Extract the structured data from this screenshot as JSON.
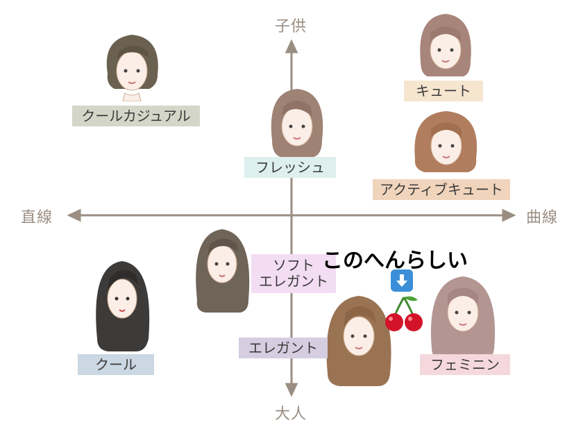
{
  "axes": {
    "top": "子供",
    "bottom": "大人",
    "left": "直線",
    "right": "曲線",
    "color": "#9a8e82"
  },
  "labels": {
    "cool_casual": "クールカジュアル",
    "cute": "キュート",
    "fresh": "フレッシュ",
    "active_cute": "アクティブキュート",
    "soft_elegant_1": "ソフト",
    "soft_elegant_2": "エレガント",
    "elegant": "エレガント",
    "cool": "クール",
    "feminine": "フェミニン"
  },
  "colors": {
    "cool_casual": "#d4d6c8",
    "cute": "#f6e6d0",
    "fresh": "#ddf0ee",
    "active_cute": "#f1d4bc",
    "soft_elegant": "#f2ddf2",
    "elegant": "#d7cde0",
    "cool": "#cbd7e2",
    "feminine": "#f5d8de"
  },
  "annotation": {
    "text": "このへんらしい"
  },
  "icons": [
    "down-arrow-icon",
    "cherry-icon"
  ]
}
